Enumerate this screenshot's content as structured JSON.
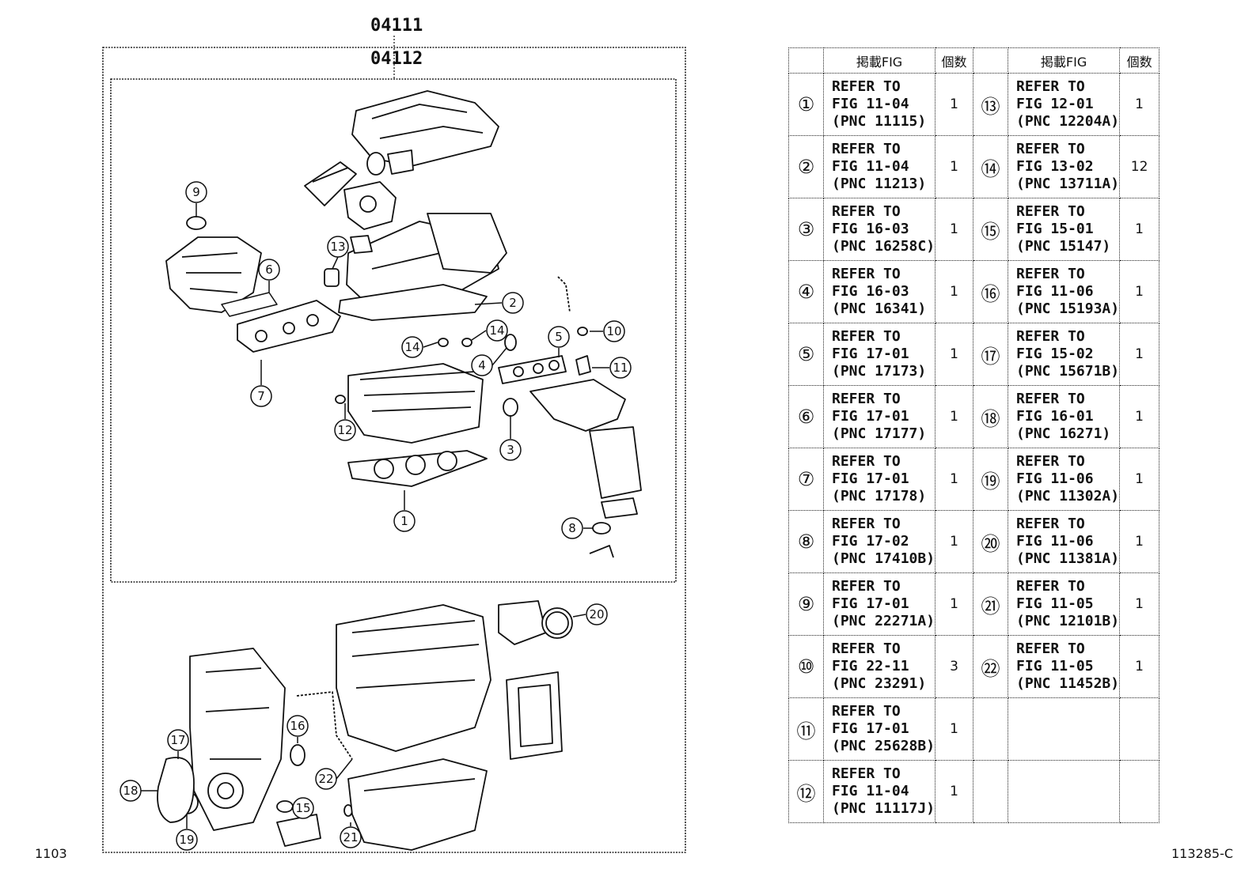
{
  "diagram": {
    "kit_assembly_pn": "04111",
    "kit_sub_pn": "04112",
    "left_corner_code": "1103",
    "right_corner_code": "113285-C",
    "callouts": [
      "1",
      "2",
      "3",
      "4",
      "5",
      "6",
      "7",
      "8",
      "9",
      "10",
      "11",
      "12",
      "13",
      "14",
      "14",
      "15",
      "16",
      "17",
      "18",
      "19",
      "20",
      "21",
      "22"
    ]
  },
  "table": {
    "header": {
      "fig_label": "掲載FIG",
      "qty_label": "個数"
    },
    "rows": [
      {
        "left": {
          "num": "①",
          "l1": "REFER TO",
          "l2": "FIG 11-04",
          "l3": "(PNC 11115)",
          "qty": "1"
        },
        "right": {
          "num": "⑬",
          "l1": "REFER TO",
          "l2": "FIG 12-01",
          "l3": "(PNC 12204A)",
          "qty": "1"
        }
      },
      {
        "left": {
          "num": "②",
          "l1": "REFER TO",
          "l2": "FIG 11-04",
          "l3": "(PNC 11213)",
          "qty": "1"
        },
        "right": {
          "num": "⑭",
          "l1": "REFER TO",
          "l2": "FIG 13-02",
          "l3": "(PNC 13711A)",
          "qty": "12"
        }
      },
      {
        "left": {
          "num": "③",
          "l1": "REFER TO",
          "l2": "FIG 16-03",
          "l3": "(PNC 16258C)",
          "qty": "1"
        },
        "right": {
          "num": "⑮",
          "l1": "REFER TO",
          "l2": "FIG 15-01",
          "l3": "(PNC 15147)",
          "qty": "1"
        }
      },
      {
        "left": {
          "num": "④",
          "l1": "REFER TO",
          "l2": "FIG 16-03",
          "l3": "(PNC 16341)",
          "qty": "1"
        },
        "right": {
          "num": "⑯",
          "l1": "REFER TO",
          "l2": "FIG 11-06",
          "l3": "(PNC 15193A)",
          "qty": "1"
        }
      },
      {
        "left": {
          "num": "⑤",
          "l1": "REFER TO",
          "l2": "FIG 17-01",
          "l3": "(PNC 17173)",
          "qty": "1"
        },
        "right": {
          "num": "⑰",
          "l1": "REFER TO",
          "l2": "FIG 15-02",
          "l3": "(PNC 15671B)",
          "qty": "1"
        }
      },
      {
        "left": {
          "num": "⑥",
          "l1": "REFER TO",
          "l2": "FIG 17-01",
          "l3": "(PNC 17177)",
          "qty": "1"
        },
        "right": {
          "num": "⑱",
          "l1": "REFER TO",
          "l2": "FIG 16-01",
          "l3": "(PNC 16271)",
          "qty": "1"
        }
      },
      {
        "left": {
          "num": "⑦",
          "l1": "REFER TO",
          "l2": "FIG 17-01",
          "l3": "(PNC 17178)",
          "qty": "1"
        },
        "right": {
          "num": "⑲",
          "l1": "REFER TO",
          "l2": "FIG 11-06",
          "l3": "(PNC 11302A)",
          "qty": "1"
        }
      },
      {
        "left": {
          "num": "⑧",
          "l1": "REFER TO",
          "l2": "FIG 17-02",
          "l3": "(PNC 17410B)",
          "qty": "1"
        },
        "right": {
          "num": "⑳",
          "l1": "REFER TO",
          "l2": "FIG 11-06",
          "l3": "(PNC 11381A)",
          "qty": "1"
        }
      },
      {
        "left": {
          "num": "⑨",
          "l1": "REFER TO",
          "l2": "FIG 17-01",
          "l3": "(PNC 22271A)",
          "qty": "1"
        },
        "right": {
          "num": "㉑",
          "l1": "REFER TO",
          "l2": "FIG 11-05",
          "l3": "(PNC 12101B)",
          "qty": "1"
        }
      },
      {
        "left": {
          "num": "⑩",
          "l1": "REFER TO",
          "l2": "FIG 22-11",
          "l3": "(PNC 23291)",
          "qty": "3"
        },
        "right": {
          "num": "㉒",
          "l1": "REFER TO",
          "l2": "FIG 11-05",
          "l3": "(PNC 11452B)",
          "qty": "1"
        }
      },
      {
        "left": {
          "num": "⑪",
          "l1": "REFER TO",
          "l2": "FIG 17-01",
          "l3": "(PNC 25628B)",
          "qty": "1"
        },
        "right": {
          "num": "",
          "l1": "",
          "l2": "",
          "l3": "",
          "qty": ""
        }
      },
      {
        "left": {
          "num": "⑫",
          "l1": "REFER TO",
          "l2": "FIG 11-04",
          "l3": "(PNC 11117J)",
          "qty": "1"
        },
        "right": {
          "num": "",
          "l1": "",
          "l2": "",
          "l3": "",
          "qty": ""
        }
      }
    ]
  }
}
